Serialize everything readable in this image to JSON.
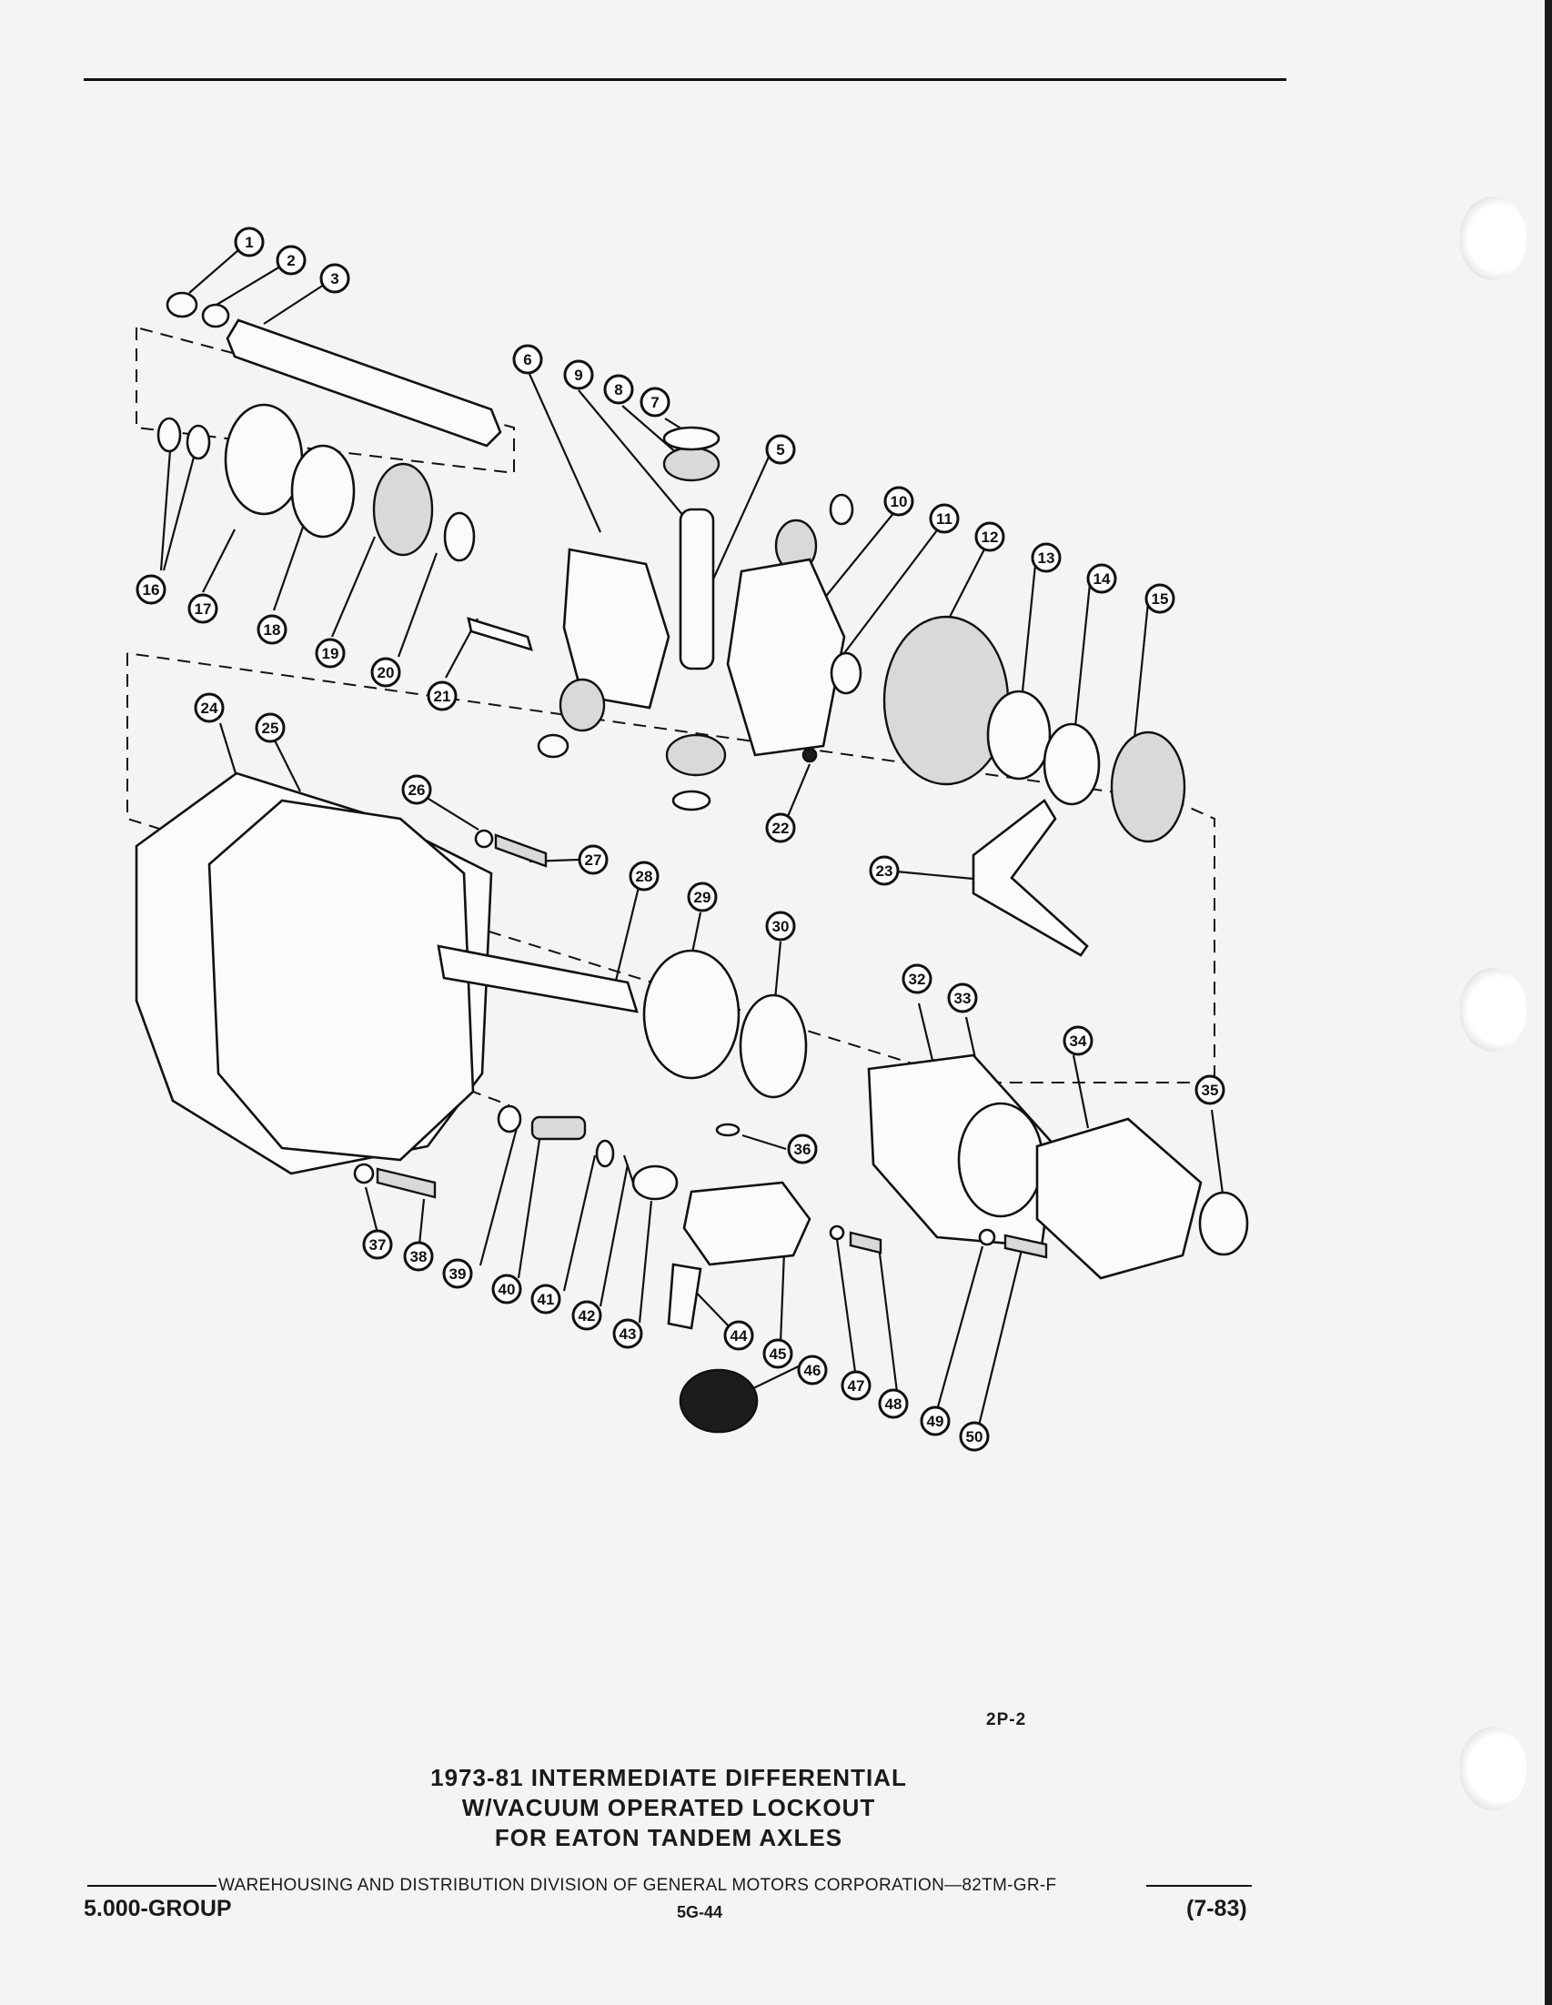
{
  "figure": {
    "code": "2P-2",
    "title_lines": [
      "1973-81 INTERMEDIATE DIFFERENTIAL",
      "W/VACUUM OPERATED LOCKOUT",
      "FOR EATON TANDEM AXLES"
    ]
  },
  "callouts": [
    "1",
    "2",
    "3",
    "5",
    "6",
    "7",
    "8",
    "9",
    "10",
    "11",
    "12",
    "13",
    "14",
    "15",
    "16",
    "17",
    "18",
    "19",
    "20",
    "21",
    "22",
    "23",
    "24",
    "25",
    "26",
    "27",
    "28",
    "29",
    "30",
    "32",
    "33",
    "34",
    "35",
    "36",
    "37",
    "38",
    "39",
    "40",
    "41",
    "42",
    "43",
    "44",
    "45",
    "46",
    "47",
    "48",
    "49",
    "50"
  ],
  "footer": {
    "division": "WAREHOUSING AND DISTRIBUTION  DIVISION OF GENERAL MOTORS CORPORATION—82TM-GR-F",
    "group": "5.000-GROUP",
    "page": "5G-44",
    "date": "(7-83)"
  }
}
